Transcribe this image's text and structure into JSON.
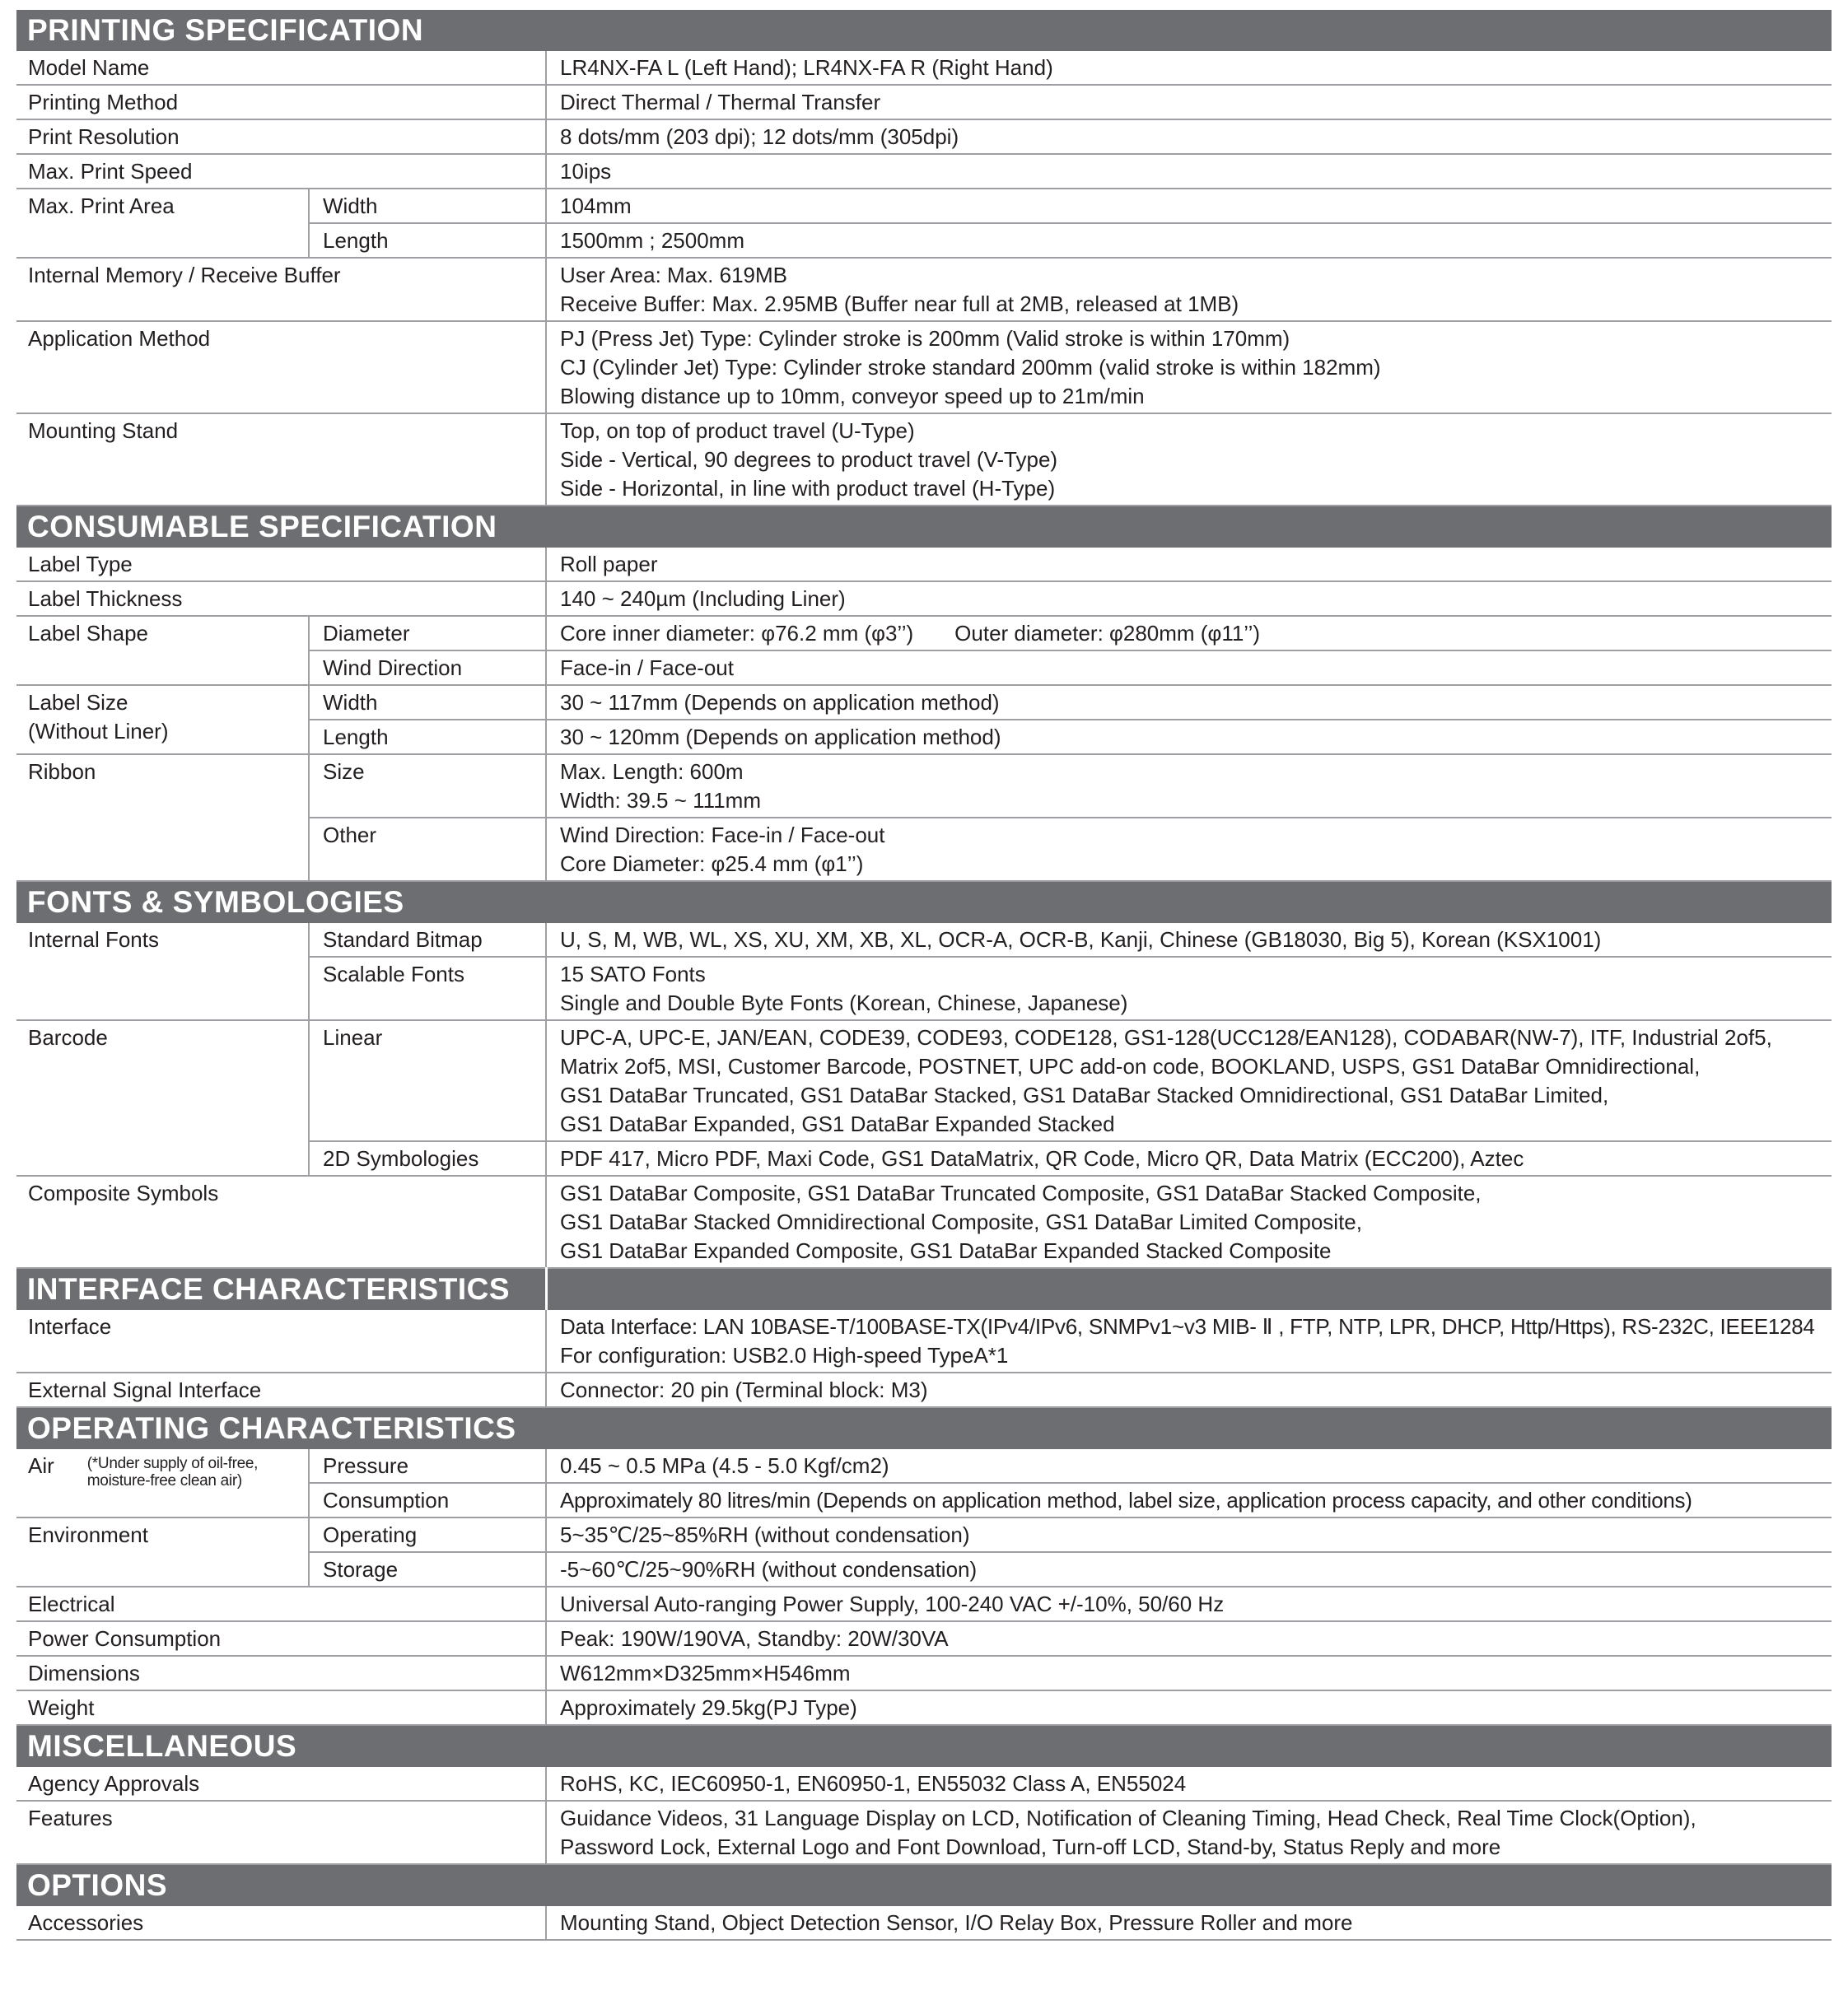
{
  "sections": {
    "printing": {
      "title": "PRINTING SPECIFICATION",
      "model_name": {
        "label": "Model Name",
        "value": "LR4NX-FA L (Left Hand); LR4NX-FA R (Right Hand)"
      },
      "printing_method": {
        "label": "Printing Method",
        "value": "Direct Thermal / Thermal Transfer"
      },
      "print_resolution": {
        "label": "Print Resolution",
        "value": "8 dots/mm (203 dpi); 12 dots/mm (305dpi)"
      },
      "max_print_speed": {
        "label": "Max. Print Speed",
        "value": "10ips"
      },
      "max_print_area": {
        "label": "Max. Print Area",
        "width_label": "Width",
        "width_value": "104mm",
        "length_label": "Length",
        "length_value": "1500mm ;  2500mm"
      },
      "internal_memory": {
        "label": "Internal Memory / Receive Buffer",
        "lines": [
          "User Area: Max. 619MB",
          "Receive Buffer: Max. 2.95MB (Buffer near full at 2MB, released at 1MB)"
        ]
      },
      "application_method": {
        "label": "Application Method",
        "lines": [
          "PJ (Press Jet) Type: Cylinder stroke is 200mm (Valid stroke is within 170mm)",
          "CJ (Cylinder Jet) Type: Cylinder stroke standard 200mm (valid stroke is within 182mm)",
          "Blowing distance up to 10mm, conveyor speed up to 21m/min"
        ]
      },
      "mounting_stand": {
        "label": "Mounting Stand",
        "lines": [
          "Top, on top of product travel (U-Type)",
          "Side - Vertical, 90 degrees to product travel (V-Type)",
          "Side - Horizontal, in line with product travel (H-Type)"
        ]
      }
    },
    "consumable": {
      "title": "CONSUMABLE SPECIFICATION",
      "label_type": {
        "label": "Label Type",
        "value": "Roll paper"
      },
      "label_thickness": {
        "label": "Label Thickness",
        "value": "140 ~ 240µm (Including Liner)"
      },
      "label_shape": {
        "label": "Label Shape",
        "diameter_label": "Diameter",
        "diameter_inner": "Core inner diameter: φ76.2 mm (φ3’’)",
        "diameter_outer": "Outer diameter: φ280mm (φ11’’)",
        "wind_label": "Wind Direction",
        "wind_value": "Face-in / Face-out"
      },
      "label_size": {
        "label_line1": "Label Size",
        "label_line2": "(Without Liner)",
        "width_label": "Width",
        "width_value": "30 ~ 117mm (Depends on application method)",
        "length_label": "Length",
        "length_value": "30 ~ 120mm (Depends on application method)"
      },
      "ribbon": {
        "label": "Ribbon",
        "size_label": "Size",
        "size_lines": [
          "Max. Length: 600m",
          "Width: 39.5 ~ 111mm"
        ],
        "other_label": "Other",
        "other_lines": [
          "Wind Direction: Face-in / Face-out",
          "Core Diameter: φ25.4 mm (φ1’’)"
        ]
      }
    },
    "fonts": {
      "title": "FONTS & SYMBOLOGIES",
      "internal_fonts": {
        "label": "Internal Fonts",
        "bitmap_label": "Standard Bitmap",
        "bitmap_value": "U, S, M, WB, WL, XS, XU, XM, XB, XL, OCR-A, OCR-B, Kanji, Chinese (GB18030, Big 5), Korean (KSX1001)",
        "scalable_label": "Scalable Fonts",
        "scalable_lines": [
          "15 SATO Fonts",
          "Single and Double Byte Fonts (Korean, Chinese, Japanese)"
        ]
      },
      "barcode": {
        "label": "Barcode",
        "linear_label": "Linear",
        "linear_lines": [
          "UPC-A, UPC-E, JAN/EAN, CODE39, CODE93, CODE128, GS1-128(UCC128/EAN128), CODABAR(NW-7), ITF, Industrial 2of5,",
          "Matrix 2of5, MSI, Customer Barcode, POSTNET, UPC add-on code, BOOKLAND, USPS, GS1 DataBar Omnidirectional,",
          "GS1 DataBar Truncated, GS1 DataBar Stacked, GS1 DataBar Stacked Omnidirectional, GS1 DataBar Limited,",
          "GS1 DataBar Expanded, GS1 DataBar Expanded Stacked"
        ],
        "twod_label": "2D Symbologies",
        "twod_value": "PDF 417, Micro PDF, Maxi Code, GS1 DataMatrix, QR Code, Micro QR, Data Matrix (ECC200), Aztec"
      },
      "composite": {
        "label": "Composite Symbols",
        "lines": [
          "GS1 DataBar Composite, GS1 DataBar Truncated Composite, GS1 DataBar Stacked Composite,",
          "GS1 DataBar Stacked Omnidirectional Composite, GS1 DataBar Limited Composite,",
          "GS1 DataBar Expanded Composite, GS1 DataBar Expanded Stacked Composite"
        ]
      }
    },
    "interface": {
      "title": "INTERFACE CHARACTERISTICS",
      "interface": {
        "label": "Interface",
        "lines": [
          "Data Interface: LAN 10BASE-T/100BASE-TX(IPv4/IPv6, SNMPv1~v3 MIB- Ⅱ , FTP, NTP, LPR, DHCP, Http/Https), RS-232C, IEEE1284",
          "For configuration: USB2.0 High-speed TypeA*1"
        ]
      },
      "external_signal": {
        "label": "External Signal Interface",
        "value": "Connector: 20 pin (Terminal block: M3)"
      }
    },
    "operating": {
      "title": "OPERATING CHARACTERISTICS",
      "air": {
        "label": "Air",
        "note_line1": "(*Under supply of oil-free,",
        "note_line2": "moisture-free clean air)",
        "pressure_label": "Pressure",
        "pressure_value": "0.45 ~ 0.5 MPa (4.5 - 5.0 Kgf/cm2)",
        "consumption_label": "Consumption",
        "consumption_value": "Approximately 80 litres/min (Depends on application method, label size, application process capacity, and other conditions)"
      },
      "environment": {
        "label": "Environment",
        "operating_label": "Operating",
        "operating_value": "5~35℃/25~85%RH (without condensation)",
        "storage_label": "Storage",
        "storage_value": "-5~60℃/25~90%RH (without condensation)"
      },
      "electrical": {
        "label": "Electrical",
        "value": "Universal Auto-ranging Power Supply, 100-240 VAC +/-10%, 50/60 Hz"
      },
      "power": {
        "label": "Power Consumption",
        "value": "Peak: 190W/190VA, Standby: 20W/30VA"
      },
      "dimensions": {
        "label": "Dimensions",
        "value": "W612mm×D325mm×H546mm"
      },
      "weight": {
        "label": "Weight",
        "value": "Approximately 29.5kg(PJ Type)"
      }
    },
    "misc": {
      "title": "MISCELLANEOUS",
      "agency": {
        "label": "Agency Approvals",
        "value": "RoHS, KC, IEC60950-1, EN60950-1, EN55032 Class A, EN55024"
      },
      "features": {
        "label": "Features",
        "lines": [
          "Guidance Videos, 31 Language Display on LCD, Notification of Cleaning Timing, Head Check, Real Time Clock(Option),",
          "Password Lock, External Logo and Font Download, Turn-off LCD, Stand-by, Status Reply and more"
        ]
      }
    },
    "options": {
      "title": "OPTIONS",
      "accessories": {
        "label": "Accessories",
        "value": "Mounting Stand, Object Detection Sensor, I/O Relay Box, Pressure Roller and more"
      }
    }
  }
}
